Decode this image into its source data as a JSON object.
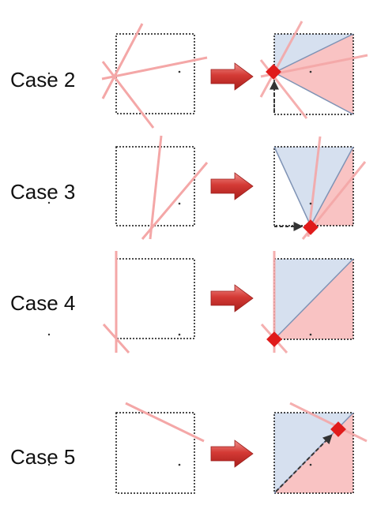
{
  "cases": [
    {
      "label": "Case 2"
    },
    {
      "label": "Case 3"
    },
    {
      "label": "Case 4"
    },
    {
      "label": "Case 5"
    }
  ],
  "colors": {
    "background": "#ffffff",
    "box_border": "#111111",
    "line_pink": "#f4a7a7",
    "fill_blue": "#d6e0ef",
    "fill_pink": "#f9c3c3",
    "edge_slate": "#7f93b5",
    "marker_red": "#e01b1b",
    "arrow_red": "#c9302c",
    "dashed_arrow": "#333333"
  },
  "icons": {
    "transition_arrow": "right-arrow-icon",
    "marker": "red-diamond-icon"
  }
}
